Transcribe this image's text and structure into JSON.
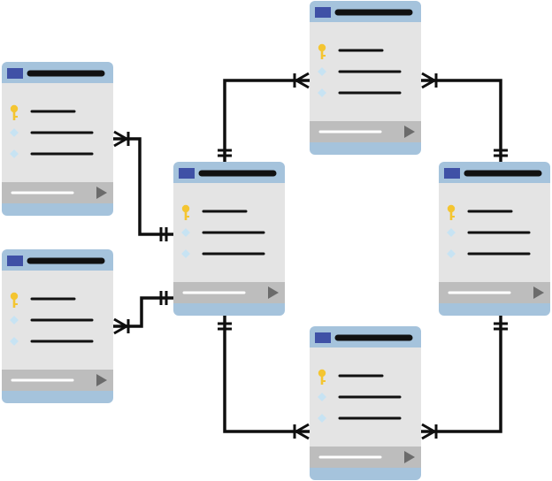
{
  "colors": {
    "header": "#a5c3dc",
    "header_square": "#3f51a6",
    "body": "#e4e4e4",
    "footer": "#bdbdbd",
    "bottom_strip": "#a5c3dc",
    "line": "#0f0f0f",
    "key": "#f4c531",
    "diamond": "#c7e3f3",
    "footer_bar": "#ffffff",
    "footer_triangle": "#6b6b6b",
    "background": "#ffffff"
  },
  "tables": [
    {
      "id": "table-left-top",
      "field_rows": [
        "primary-key",
        "field",
        "field"
      ]
    },
    {
      "id": "table-left-bottom",
      "field_rows": [
        "primary-key",
        "field",
        "field"
      ]
    },
    {
      "id": "table-center",
      "field_rows": [
        "primary-key",
        "field",
        "field"
      ]
    },
    {
      "id": "table-top",
      "field_rows": [
        "primary-key",
        "field",
        "field"
      ]
    },
    {
      "id": "table-right",
      "field_rows": [
        "primary-key",
        "field",
        "field"
      ]
    },
    {
      "id": "table-bottom",
      "field_rows": [
        "primary-key",
        "field",
        "field"
      ]
    }
  ],
  "relationships": [
    {
      "from": "table-left-top",
      "to": "table-center",
      "from_end": "one-to-many",
      "to_end": "one-and-only-one"
    },
    {
      "from": "table-left-bottom",
      "to": "table-center",
      "from_end": "one-to-many",
      "to_end": "one-and-only-one"
    },
    {
      "from": "table-center",
      "to": "table-top",
      "from_end": "one-and-only-one",
      "to_end": "one-to-many"
    },
    {
      "from": "table-top",
      "to": "table-right",
      "from_end": "one-to-many",
      "to_end": "one-and-only-one"
    },
    {
      "from": "table-center",
      "to": "table-bottom",
      "from_end": "one-and-only-one",
      "to_end": "one-to-many"
    },
    {
      "from": "table-right",
      "to": "table-bottom",
      "from_end": "one-and-only-one",
      "to_end": "one-to-many"
    }
  ],
  "icons": {
    "primary_key": "key-icon",
    "field": "diamond-icon",
    "footer_action": "play-triangle-icon"
  }
}
